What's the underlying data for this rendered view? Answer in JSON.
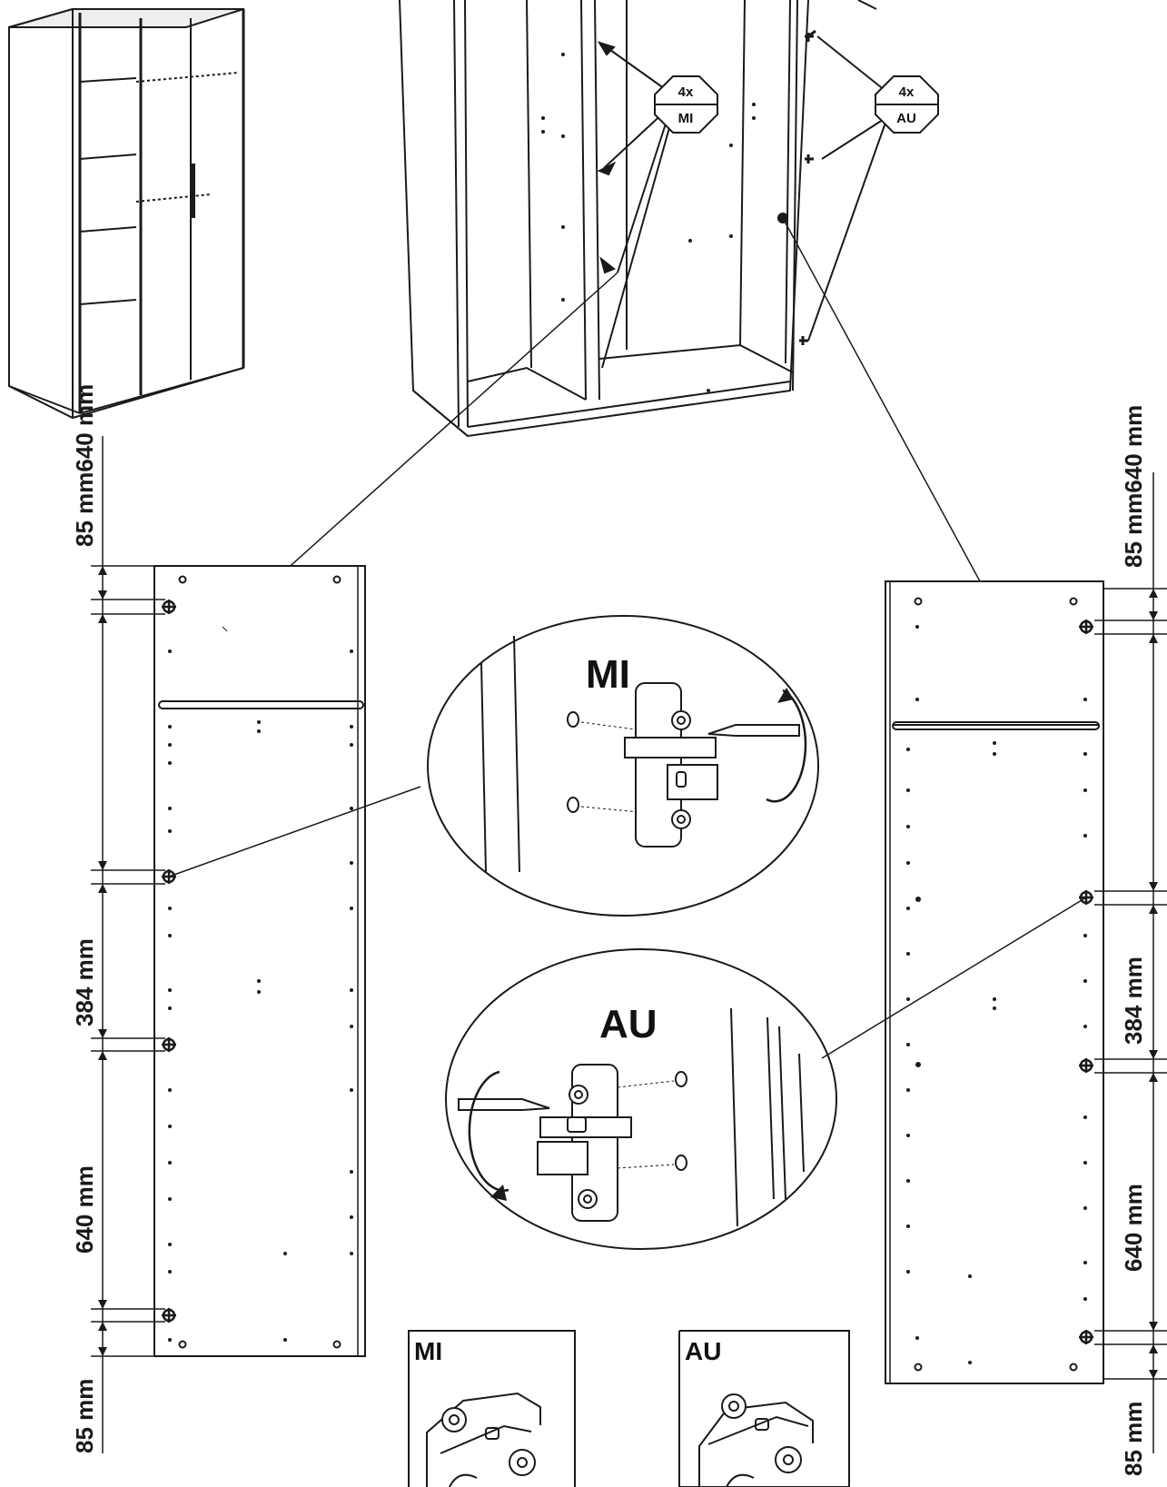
{
  "callouts": {
    "mi_tag": {
      "count": "4x",
      "code": "MI"
    },
    "au_tag": {
      "count": "4x",
      "code": "AU"
    },
    "mi_zoom_label": "MI",
    "au_zoom_label": "AU",
    "mi_box_label": "MI",
    "au_box_label": "AU"
  },
  "left_dims": {
    "top_combined": "85 mm640 mm",
    "middle": "384 mm",
    "lower": "640 mm",
    "bottom": "85 mm"
  },
  "right_dims": {
    "top_combined": "85 mm640 mm",
    "middle": "384 mm",
    "lower": "640 mm",
    "bottom": "85 mm"
  },
  "colors": {
    "line": "#1a1a1a",
    "background": "#ffffff"
  }
}
